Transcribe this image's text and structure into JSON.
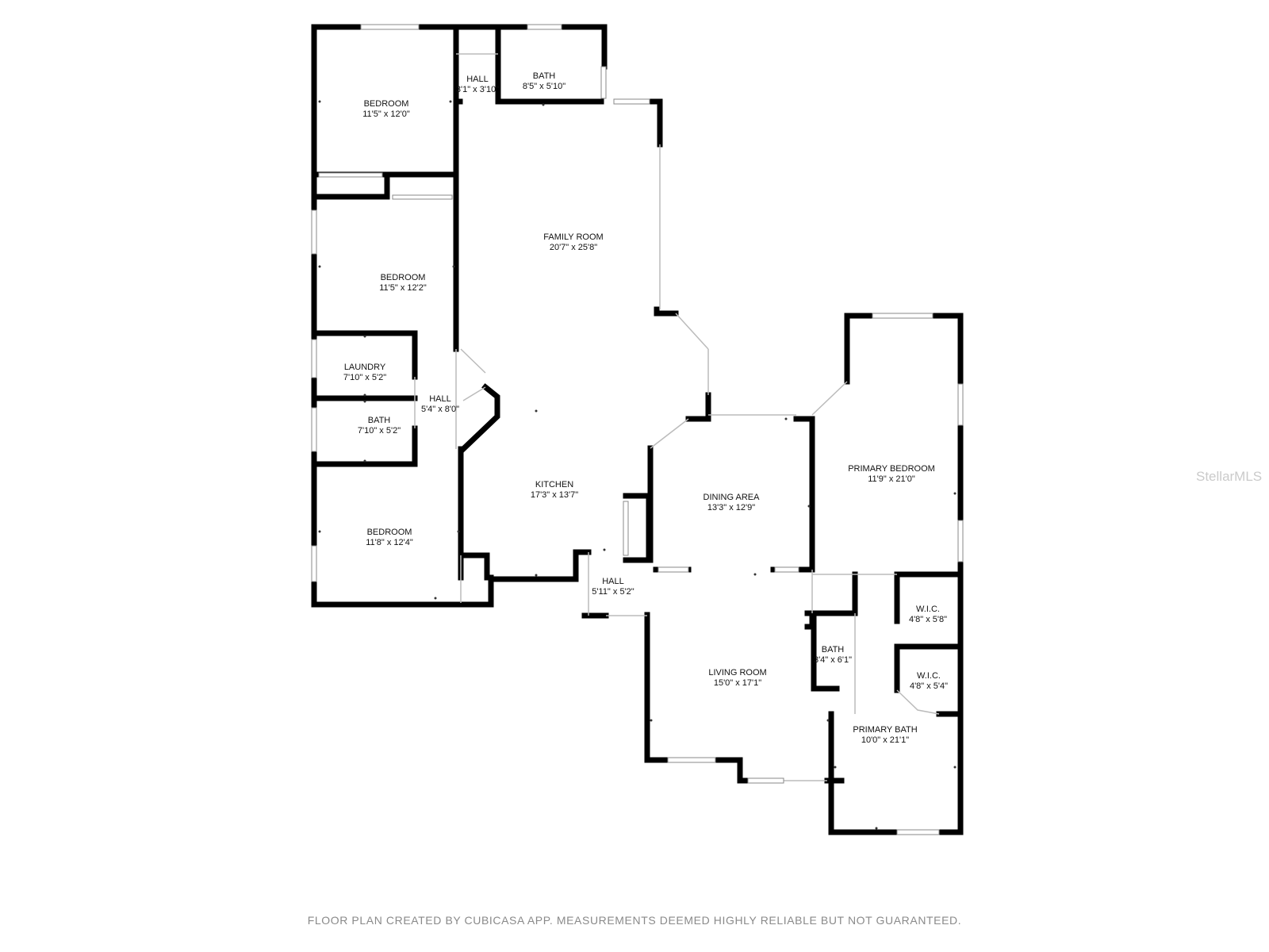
{
  "rooms": [
    {
      "key": "bedroom_1",
      "name": "BEDROOM",
      "dims": "11'5\" x 12'0\""
    },
    {
      "key": "hall_top",
      "name": "HALL",
      "dims": "3'1\" x 3'10\""
    },
    {
      "key": "bath_top",
      "name": "BATH",
      "dims": "8'5\" x 5'10\""
    },
    {
      "key": "family_room",
      "name": "FAMILY ROOM",
      "dims": "20'7\" x 25'8\""
    },
    {
      "key": "bedroom_2",
      "name": "BEDROOM",
      "dims": "11'5\" x 12'2\""
    },
    {
      "key": "laundry",
      "name": "LAUNDRY",
      "dims": "7'10\" x 5'2\""
    },
    {
      "key": "hall_mid",
      "name": "HALL",
      "dims": "5'4\" x 8'0\""
    },
    {
      "key": "bath_mid",
      "name": "BATH",
      "dims": "7'10\" x 5'2\""
    },
    {
      "key": "kitchen",
      "name": "KITCHEN",
      "dims": "17'3\" x 13'7\""
    },
    {
      "key": "bedroom_3",
      "name": "BEDROOM",
      "dims": "11'8\" x 12'4\""
    },
    {
      "key": "hall_bottom",
      "name": "HALL",
      "dims": "5'11\" x 5'2\""
    },
    {
      "key": "dining_area",
      "name": "DINING AREA",
      "dims": "13'3\" x 12'9\""
    },
    {
      "key": "primary_bedroom",
      "name": "PRIMARY BEDROOM",
      "dims": "11'9\" x 21'0\""
    },
    {
      "key": "living_room",
      "name": "LIVING ROOM",
      "dims": "15'0\" x 17'1\""
    },
    {
      "key": "bath_primary_small",
      "name": "BATH",
      "dims": "3'4\" x 6'1\""
    },
    {
      "key": "wic_1",
      "name": "W.I.C.",
      "dims": "4'8\" x 5'8\""
    },
    {
      "key": "wic_2",
      "name": "W.I.C.",
      "dims": "4'8\" x 5'4\""
    },
    {
      "key": "primary_bath",
      "name": "PRIMARY BATH",
      "dims": "10'0\" x 21'1\""
    }
  ],
  "footer_text": "FLOOR PLAN CREATED BY CUBICASA APP. MEASUREMENTS DEEMED HIGHLY RELIABLE BUT NOT GUARANTEED.",
  "watermark_text": "StellarMLS",
  "colors": {
    "wall": "#000000",
    "background": "#ffffff",
    "footer_text": "#8a8a8a",
    "watermark": "#bdbdbd"
  }
}
